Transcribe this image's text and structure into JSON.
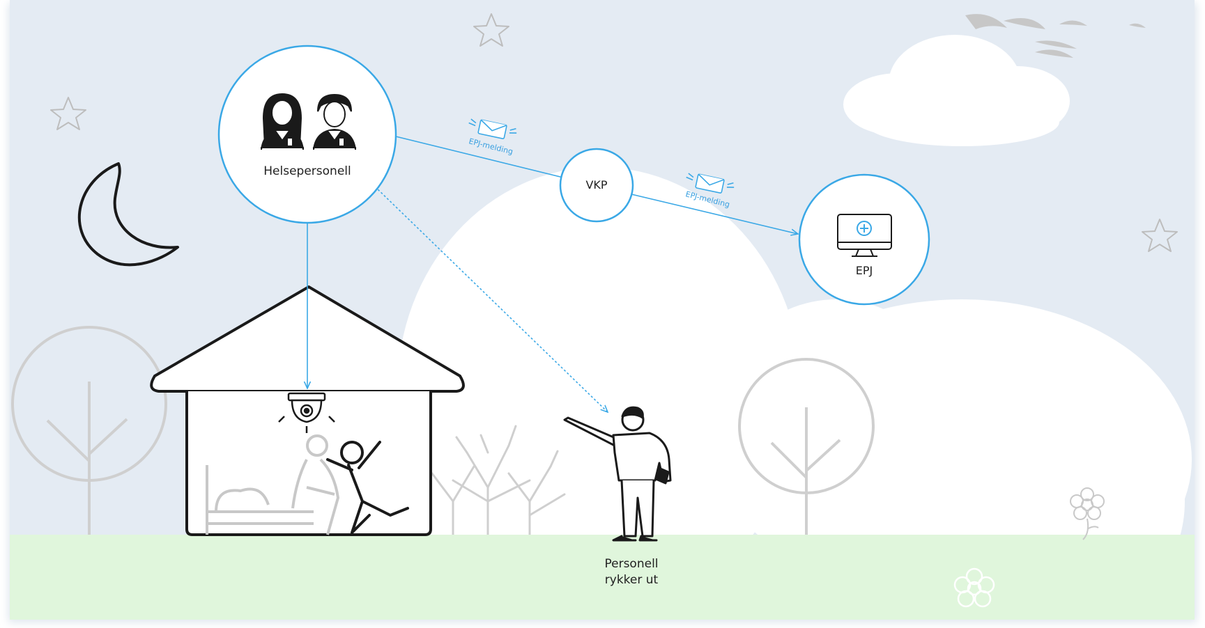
{
  "nodes": {
    "helsepersonell": {
      "label": "Helsepersonell",
      "icon": "two-nurses-icon"
    },
    "vkp": {
      "label": "VKP"
    },
    "epj": {
      "label": "EPJ",
      "icon": "medical-monitor-icon"
    },
    "personell": {
      "line1": "Personell",
      "line2": "rykker ut",
      "icon": "pointing-nurse-icon"
    }
  },
  "messages": {
    "first": {
      "label": "EPJ-melding",
      "icon": "winged-envelope-icon"
    },
    "second": {
      "label": "EPJ-melding",
      "icon": "winged-envelope-icon"
    }
  },
  "scene": {
    "icons": [
      "moon-icon",
      "star-icon",
      "cloud-icon",
      "bird-icon",
      "house-icon",
      "camera-icon",
      "bed-icon",
      "falling-person-icon",
      "tree-icon",
      "bush-icon",
      "flower-icon"
    ]
  },
  "colors": {
    "sky": "#e4ebf3",
    "ground": "#e0f6dc",
    "accent": "#3aa8e6",
    "line": "#1a1a1a",
    "tree": "#cfcfcf"
  }
}
